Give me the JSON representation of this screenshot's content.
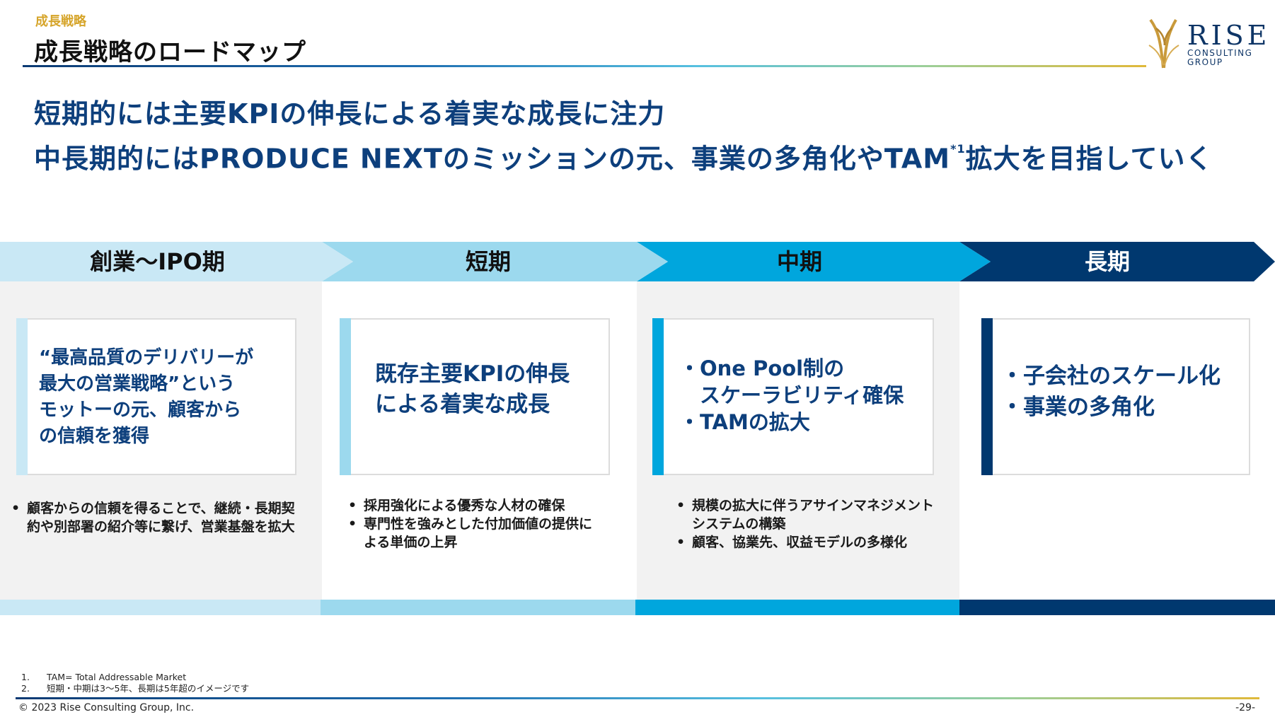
{
  "header": {
    "section_label": "成長戦略",
    "title": "成長戦略のロードマップ"
  },
  "logo": {
    "name": "RISE",
    "sub_line1": "CONSULTING",
    "sub_line2": "GROUP"
  },
  "headline": {
    "line1": "短期的には主要KPIの伸長による着実な成長に注力",
    "line2_pre": "中長期的にはPRODUCE NEXTのミッションの元、事業の多角化やTAM",
    "line2_sup": "*1",
    "line2_post": "拡大を目指していく"
  },
  "phases": [
    {
      "label": "創業〜IPO期",
      "card_lines": [
        "“最高品質のデリバリーが",
        "最大の営業戦略”という",
        "モットーの元、顧客から",
        "の信頼を獲得"
      ],
      "bullets": [
        "顧客からの信頼を得ることで、継続・長期契約や別部署の紹介等に繋げ、営業基盤を拡大"
      ]
    },
    {
      "label": "短期",
      "card_lines": [
        "既存主要KPIの伸長",
        "による着実な成長"
      ],
      "bullets": [
        "採用強化による優秀な人材の確保",
        "専門性を強みとした付加価値の提供による単価の上昇"
      ]
    },
    {
      "label": "中期",
      "card_lines": [
        "・One Pool制の",
        "　スケーラビリティ確保",
        "・TAMの拡大"
      ],
      "bullets": [
        "規模の拡大に伴うアサインマネジメントシステムの構築",
        "顧客、協業先、収益モデルの多様化"
      ]
    },
    {
      "label": "長期",
      "card_lines": [
        "・子会社のスケール化",
        "・事業の多角化"
      ],
      "bullets": []
    }
  ],
  "colors": {
    "phase1": "#c9e8f5",
    "phase2": "#9cd9ee",
    "phase3": "#00a6dd",
    "phase4": "#00386f",
    "accent_blue": "#0d3f7c",
    "gold": "#d6a52b"
  },
  "footnotes": [
    {
      "num": "1.",
      "text": "TAM= Total Addressable Market"
    },
    {
      "num": "2.",
      "text": "短期・中期は3〜5年、長期は5年超のイメージです"
    }
  ],
  "footer": {
    "copyright": "© 2023 Rise Consulting Group, Inc.",
    "page": "-29-"
  }
}
